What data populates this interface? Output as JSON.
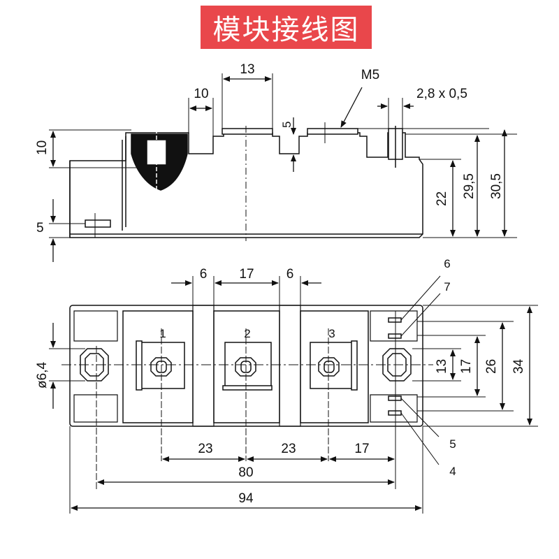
{
  "title": "模块接线图",
  "side_view": {
    "dims": {
      "width_13": "13",
      "width_10": "10",
      "screw": "M5",
      "pin": "2,8 x 0,5",
      "depth_5": "5",
      "left_10": "10",
      "left_5": "5",
      "h22": "22",
      "h29": "29,5",
      "h30": "30,5"
    }
  },
  "top_view": {
    "terminals": [
      "1",
      "2",
      "3"
    ],
    "pins": [
      "6",
      "7",
      "5",
      "4"
    ],
    "dims": {
      "gap_a": "6",
      "w17": "17",
      "gap_b": "6",
      "hole": "ø6,4",
      "v13": "13",
      "v17": "17",
      "v26": "26",
      "v34": "34",
      "h23a": "23",
      "h23b": "23",
      "h17": "17",
      "h80": "80",
      "h94": "94"
    }
  }
}
